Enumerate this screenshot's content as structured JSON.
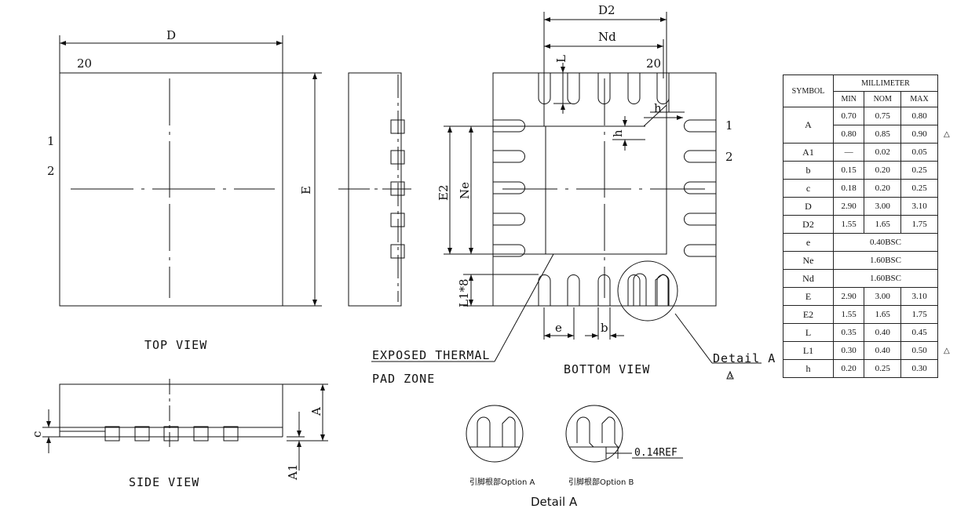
{
  "views": {
    "top": "TOP VIEW",
    "side": "SIDE VIEW",
    "bottom": "BOTTOM VIEW",
    "detail": "Detail A"
  },
  "dims": {
    "D": "D",
    "E": "E",
    "D2": "D2",
    "E2": "E2",
    "Nd": "Nd",
    "Ne": "Ne",
    "L": "L",
    "h": "h",
    "e": "e",
    "b": "b",
    "c": "c",
    "A": "A",
    "A1": "A1",
    "L1x8": "L1*8"
  },
  "pins": {
    "p20": "20",
    "p1": "1",
    "p2": "2"
  },
  "callouts": {
    "thermal_line1": "EXPOSED THERMAL",
    "thermal_line2": "PAD ZONE",
    "detail_ref": "Detail A",
    "ref014": "0.14REF",
    "option_a": "引脚根部Option A",
    "option_b": "引脚根部Option B",
    "note_mark": "3"
  },
  "table": {
    "symbol_header": "SYMBOL",
    "unit_header": "MILLIMETER",
    "col_min": "MIN",
    "col_nom": "NOM",
    "col_max": "MAX",
    "rows": [
      {
        "symbol": "A",
        "min": "0.70",
        "nom": "0.75",
        "max": "0.80"
      },
      {
        "symbol": "",
        "min": "0.80",
        "nom": "0.85",
        "max": "0.90"
      },
      {
        "symbol": "A1",
        "min": "—",
        "nom": "0.02",
        "max": "0.05"
      },
      {
        "symbol": "b",
        "min": "0.15",
        "nom": "0.20",
        "max": "0.25"
      },
      {
        "symbol": "c",
        "min": "0.18",
        "nom": "0.20",
        "max": "0.25"
      },
      {
        "symbol": "D",
        "min": "2.90",
        "nom": "3.00",
        "max": "3.10"
      },
      {
        "symbol": "D2",
        "min": "1.55",
        "nom": "1.65",
        "max": "1.75"
      },
      {
        "symbol": "e",
        "span": "0.40BSC"
      },
      {
        "symbol": "Ne",
        "span": "1.60BSC"
      },
      {
        "symbol": "Nd",
        "span": "1.60BSC"
      },
      {
        "symbol": "E",
        "min": "2.90",
        "nom": "3.00",
        "max": "3.10"
      },
      {
        "symbol": "E2",
        "min": "1.55",
        "nom": "1.65",
        "max": "1.75"
      },
      {
        "symbol": "L",
        "min": "0.35",
        "nom": "0.40",
        "max": "0.45"
      },
      {
        "symbol": "L1",
        "min": "0.30",
        "nom": "0.40",
        "max": "0.50"
      },
      {
        "symbol": "h",
        "min": "0.20",
        "nom": "0.25",
        "max": "0.30"
      }
    ]
  }
}
